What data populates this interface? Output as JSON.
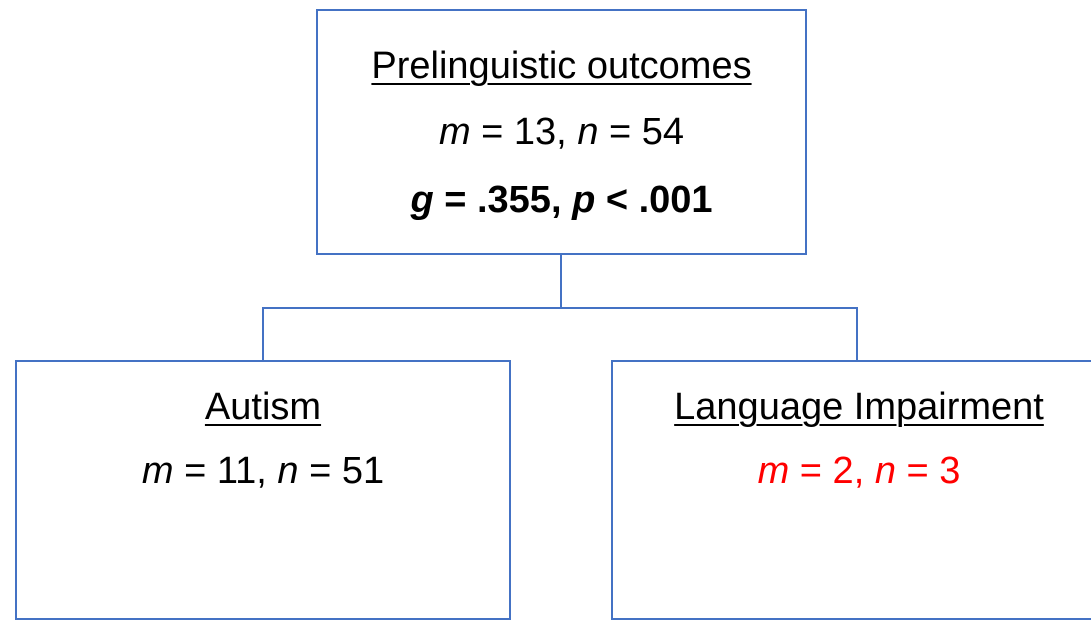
{
  "root": {
    "title": "Prelinguistic outcomes",
    "m_label": "m",
    "m_text": " = 13, ",
    "n_label": "n",
    "n_text": " = 54",
    "g_label": "g",
    "g_text": " = .355, ",
    "p_label": "p",
    "p_text": " < .001"
  },
  "children": [
    {
      "title": "Autism",
      "m_label": "m",
      "m_text": " = 11, ",
      "n_label": "n",
      "n_text": " = 51"
    },
    {
      "title": "Language Impairment",
      "m_label": "m",
      "m_text": " = 2, ",
      "n_label": "n",
      "n_text": " = 3",
      "stat_color": "#ff0000"
    }
  ],
  "colors": {
    "box_border": "#4472c4",
    "connector": "#4472c4",
    "highlight_text": "#ff0000"
  }
}
